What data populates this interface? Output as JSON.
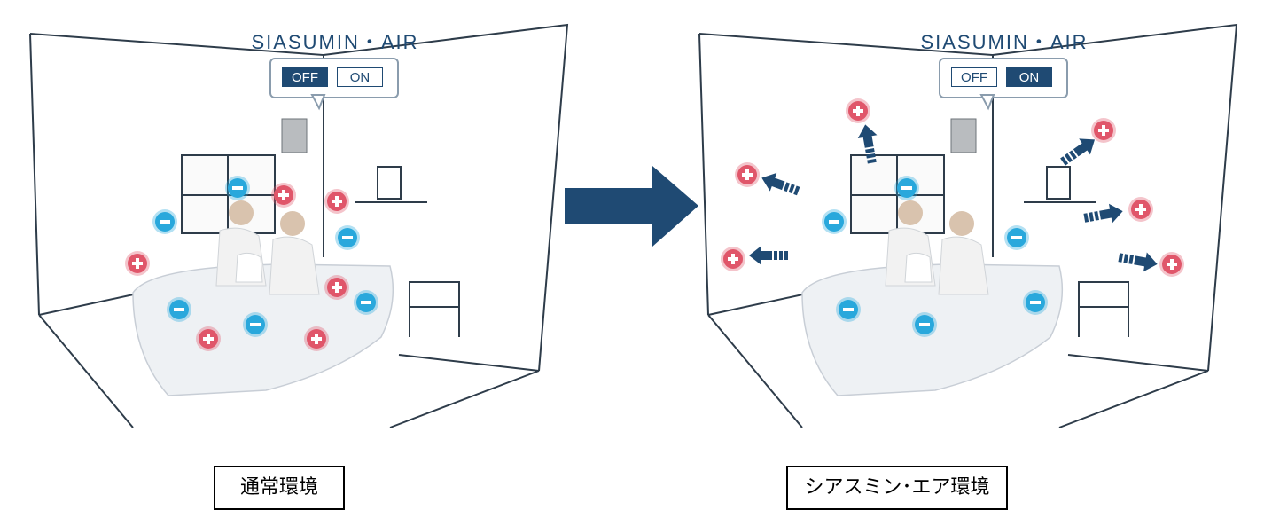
{
  "brand_name": "SIASUMIN・AIR",
  "panels": [
    {
      "id": "normal",
      "switch": {
        "off_label": "OFF",
        "on_label": "ON",
        "active": "OFF"
      },
      "caption": "通常環境"
    },
    {
      "id": "siasumin",
      "switch": {
        "off_label": "OFF",
        "on_label": "ON",
        "active": "ON"
      },
      "caption": "シアスミン･エア環境"
    }
  ],
  "ions": {
    "positive_symbol": "+",
    "negative_symbol": "−",
    "positive_color": "#e0566a",
    "negative_color": "#29a8dc"
  },
  "transition_arrow_color": "#1f4a73",
  "small_arrow_color": "#1f4a73"
}
